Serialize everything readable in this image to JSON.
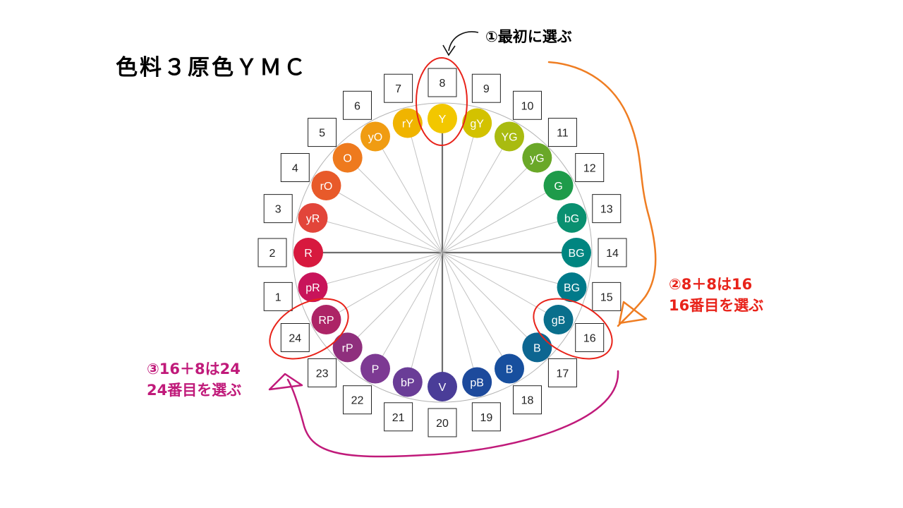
{
  "title": "色料３原色ＹＭＣ",
  "annotations": {
    "step1": "①最初に選ぶ",
    "step2_line1": "②8＋8は16",
    "step2_line2": "16番目を選ぶ",
    "step3_line1": "③16＋8は24",
    "step3_line2": "24番目を選ぶ"
  },
  "colors": {
    "step1_circle": "#e8231a",
    "step2": "#e8231a",
    "step3": "#c01a7a",
    "orange_arrow": "#ef7d22",
    "magenta_arrow": "#c01a7a"
  },
  "hues": [
    {
      "number": "1",
      "label": "pR",
      "color": "#c8145a"
    },
    {
      "number": "2",
      "label": "R",
      "color": "#d7193e"
    },
    {
      "number": "3",
      "label": "yR",
      "color": "#e2453a"
    },
    {
      "number": "4",
      "label": "rO",
      "color": "#e85a2a"
    },
    {
      "number": "5",
      "label": "O",
      "color": "#ee7a1e"
    },
    {
      "number": "6",
      "label": "yO",
      "color": "#f09c12"
    },
    {
      "number": "7",
      "label": "rY",
      "color": "#f0b400"
    },
    {
      "number": "8",
      "label": "Y",
      "color": "#f2c700"
    },
    {
      "number": "9",
      "label": "gY",
      "color": "#d3c200"
    },
    {
      "number": "10",
      "label": "YG",
      "color": "#a9bb10"
    },
    {
      "number": "11",
      "label": "yG",
      "color": "#6aa828"
    },
    {
      "number": "12",
      "label": "G",
      "color": "#1e9b4a"
    },
    {
      "number": "13",
      "label": "bG",
      "color": "#0a9070"
    },
    {
      "number": "14",
      "label": "BG",
      "color": "#008580"
    },
    {
      "number": "15",
      "label": "BG",
      "color": "#007a8a"
    },
    {
      "number": "16",
      "label": "gB",
      "color": "#0a6f8c"
    },
    {
      "number": "17",
      "label": "B",
      "color": "#0d6691"
    },
    {
      "number": "18",
      "label": "B",
      "color": "#174f9e"
    },
    {
      "number": "19",
      "label": "pB",
      "color": "#1d4a9c"
    },
    {
      "number": "20",
      "label": "V",
      "color": "#4a3d98"
    },
    {
      "number": "21",
      "label": "bP",
      "color": "#6a3d97"
    },
    {
      "number": "22",
      "label": "P",
      "color": "#7d3a93"
    },
    {
      "number": "23",
      "label": "rP",
      "color": "#8f2f7d"
    },
    {
      "number": "24",
      "label": "RP",
      "color": "#ad2466"
    }
  ]
}
